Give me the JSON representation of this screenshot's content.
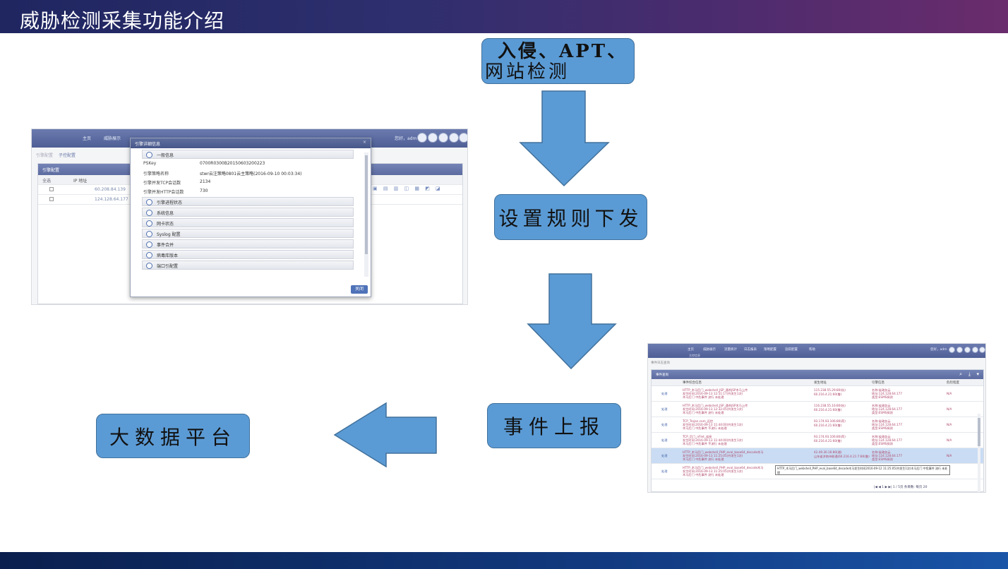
{
  "header": {
    "title": "威胁检测采集功能介绍"
  },
  "flow": {
    "step1_line1": "入侵、APT、",
    "step1_line2": "网站检测",
    "step2": "设置规则下发",
    "step3": "事件上报",
    "step4": "大数据平台"
  },
  "colors": {
    "box_fill": "#5b9bd5",
    "box_border": "#41719c",
    "header_start": "#1f2660",
    "header_end": "#6a2c6c",
    "footer": "#123a80"
  },
  "screenshot1": {
    "nav_items": [
      "主页",
      "威胁展示"
    ],
    "user": "您好，adm",
    "crumbs": [
      "引擎配置",
      "子控配置"
    ],
    "panel_title": "引擎配置",
    "col_all": "全选",
    "col_ip": "IP 地址",
    "rows": [
      "60.208.84.139",
      "124.128.64.177"
    ],
    "modal": {
      "title": "引擎详细信息",
      "section_general": "一般信息",
      "kv": [
        {
          "k": "PSKey",
          "v": "0700R0300B20150603200223"
        },
        {
          "k": "引擎策略名称",
          "v": "stwr云注策略0801云主策略(2016-09-10 00:03:34)"
        },
        {
          "k": "引擎并发TCP会话数",
          "v": "2134"
        },
        {
          "k": "引擎并发HTTP会话数",
          "v": "730"
        }
      ],
      "sections": [
        "引擎进程状态",
        "系统信息",
        "网卡状态",
        "Syslog 配置",
        "事件合并",
        "病毒库版本",
        "端口引配置"
      ],
      "close": "关闭"
    }
  },
  "screenshot2": {
    "nav_items": [
      "主页",
      "威胁展示",
      "流量统计",
      "日志报表",
      "策略配置",
      "追踪配置",
      "帮助"
    ],
    "sub": "主控信息",
    "user": "您好，adm",
    "crumb": "事件日志查询",
    "panel_title": "事件查询",
    "columns": [
      "事件综合信息",
      "发生地址",
      "引擎信息",
      "危险程度"
    ],
    "rows": [
      {
        "op": "处理",
        "info": [
          "HTTP_木马后门_webshell_JSP_通杀JSP木马上传",
          "发生时间:2016-09-13 12:51:17(共发生1次)",
          "木马后门  中危事件  流行  未处理"
        ],
        "addr": [
          "115.238.55.29:80(杭)",
          "↓",
          "60.216.4.21:60(鲁)"
        ],
        "eng": [
          "名称:省政务云",
          "地址:124.128.64.177",
          "类型:ESMS探测"
        ],
        "level": "N/A"
      },
      {
        "op": "处理",
        "info": [
          "HTTP_木马后门_webshell_JSP_通杀JSP木马上传",
          "发生时间:2016-09-13 12:32:45(共发生1次)",
          "木马后门  中危事件  流行  未处理"
        ],
        "addr": [
          "116.238.55.16:80(杭)",
          "↓",
          "60.216.4.21:60(鲁)"
        ],
        "eng": [
          "名称:省政务云",
          "地址:124.128.64.177",
          "类型:ESMS探测"
        ],
        "level": "N/A"
      },
      {
        "op": "处理",
        "info": [
          "TCP_Trojan.com_远控",
          "发生时间:2016-09-13 11:44:00(共发生1次)",
          "木马后门  中危事件  不流行  未处理"
        ],
        "addr": [
          "93.174.93.106:80(荷)",
          "↓",
          "60.216.4.21:60(鲁)"
        ],
        "eng": [
          "名称:省政务云",
          "地址:124.128.64.177",
          "类型:ESMS探测"
        ],
        "level": "N/A"
      },
      {
        "op": "处理",
        "info": [
          "TCP_后门_nFlet_连接",
          "发生时间:2016-09-13 11:44:00(共发生1次)",
          "木马后门  中危事件  不流行  未处理"
        ],
        "addr": [
          "93.174.93.106:80(荷)",
          "↓",
          "60.216.4.21:60(鲁)"
        ],
        "eng": [
          "名称:省政务云",
          "地址:124.128.64.177",
          "类型:ESMS探测"
        ],
        "level": "N/A"
      },
      {
        "op": "处理",
        "info": [
          "HTTP_木马后门_webshell_PHP_eval_base64_decode木马",
          "发生时间:2016-09-13 11:25:05(共发生1次)",
          "木马后门  中危事件  流行  未处理"
        ],
        "addr": [
          "42.49.30.16:80(湘)",
          "山东省济南市联通(60.216.4.21:7:80(鲁)"
        ],
        "eng": [
          "名称:省政务云",
          "地址:124.128.64.177",
          "类型:ESMS探测"
        ],
        "level": "N/A"
      },
      {
        "op": "处理",
        "info": [
          "HTTP_木马后门_webshell_PHP_eval_base64_decode木马",
          "发生时间:2016-09-13 11:25:05(共发生1次)",
          "木马后门  中危事件  流行  未处理"
        ],
        "addr": [
          "",
          ""
        ],
        "eng": [
          "",
          "",
          ""
        ],
        "level": ""
      }
    ],
    "tooltip": "HTTP_木马后门_webshell_PHP_eval_base64_decode木马发生时间2016-09-12 11:25:05(共发生1次)木马后门  中危事件  流行  未处理",
    "pager": "|◀  ◀  1  ▶  ▶|    1 / 5页 条目数: 每页 20"
  }
}
